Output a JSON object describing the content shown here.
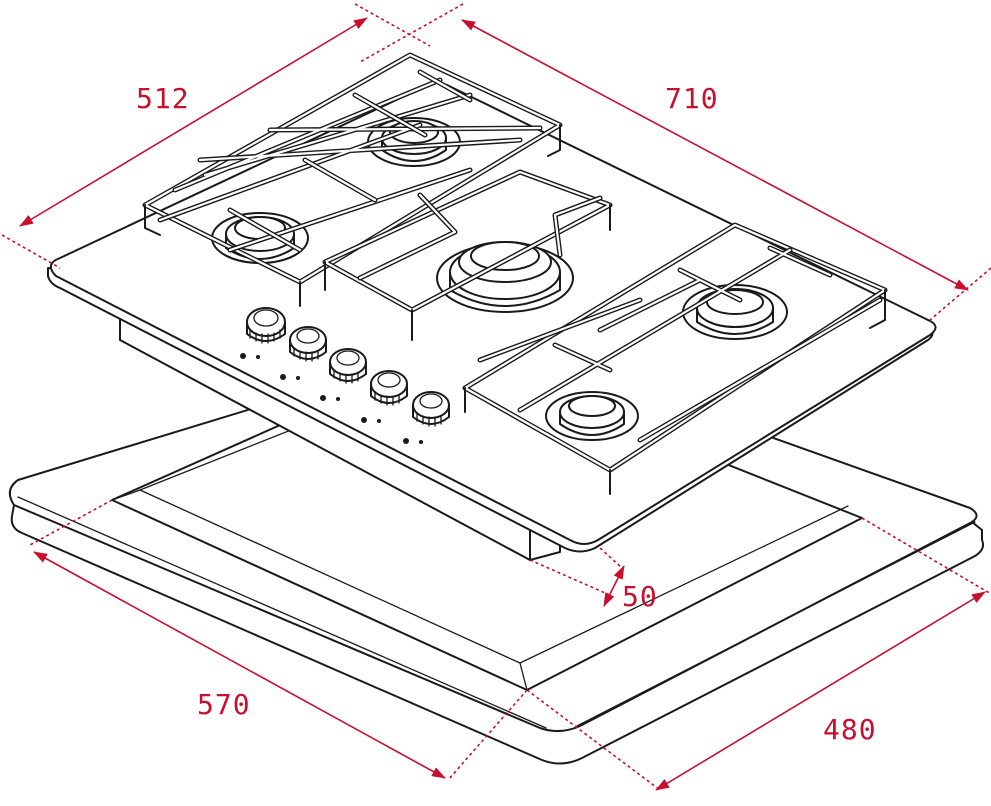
{
  "dimensions": {
    "depth_top": "512",
    "width_top": "710",
    "height": "50",
    "cutout_width": "570",
    "cutout_depth": "480"
  },
  "colors": {
    "dimension": "#c8102e",
    "line": "#1a1a1a",
    "background": "#ffffff"
  }
}
